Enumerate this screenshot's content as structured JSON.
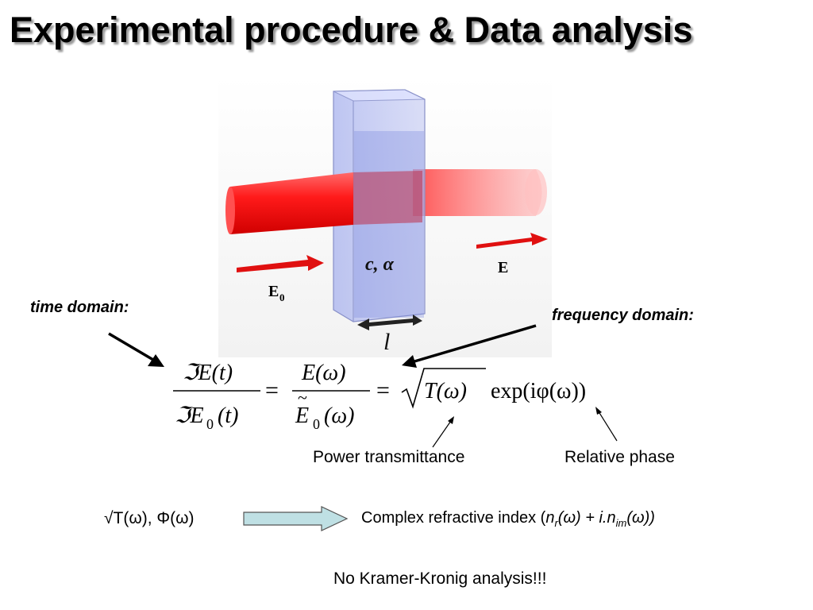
{
  "slide": {
    "title": "Experimental procedure & Data analysis"
  },
  "diagram": {
    "incident_field_label": "E",
    "incident_field_subscript": "0",
    "transmitted_field_label": "E",
    "sample_params_label": "c, α",
    "thickness_label": "l"
  },
  "labels": {
    "time_domain": "time domain:",
    "frequency_domain": "frequency domain:",
    "power_transmittance": "Power transmittance",
    "relative_phase": "Relative phase"
  },
  "equation": {
    "num1": "ℑE(t)",
    "den1": "ℑE",
    "den1_sub": "0",
    "den1_tail": "(t)",
    "num2": "E(ω)",
    "den2": "E",
    "den2_sub": "0",
    "den2_tail": "(ω)",
    "equals": "=",
    "sqrt_arg": "T(ω)",
    "exp_term": "exp(iφ(ω))"
  },
  "conversion": {
    "input": "√T(ω), Φ(ω)",
    "output_prefix": "Complex refractive index (",
    "n": "n",
    "n_sub_r": "r",
    "omega1": "(ω) + i.",
    "n2": "n",
    "n_sub_im": "im",
    "omega2": "(ω))"
  },
  "footer": {
    "note": "No Kramer-Kronig analysis!!!"
  },
  "colors": {
    "beam": "#ff1a1a",
    "cuvette": "#9aa6e6",
    "arrow_fill": "#bfe0e4"
  }
}
